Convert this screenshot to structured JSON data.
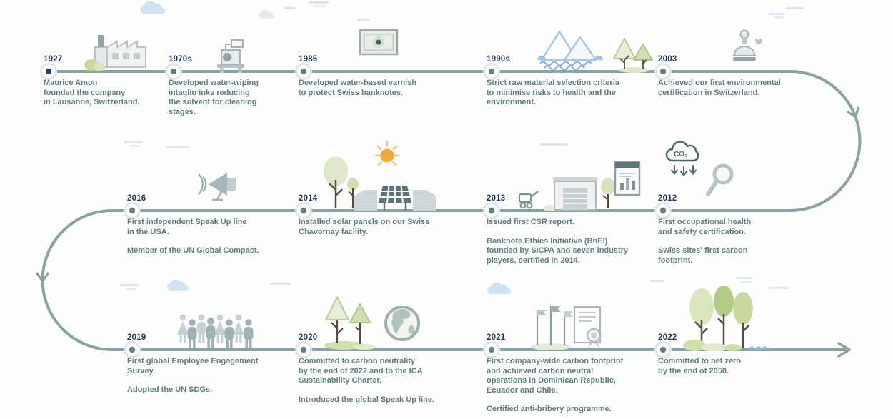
{
  "colors": {
    "path_line": "#8aa3a2",
    "year_text": "#24395e",
    "description_text": "#5f7f7e",
    "node_dot": "#64807f",
    "node_dot_first": "#2e3f63",
    "sun_orange": "#f2a936",
    "water_blue": "#8fb3e0",
    "tree_green_light": "#dae5bc",
    "tree_green_medium": "#b2cb85",
    "cloud_blue": "#cfe2f4"
  },
  "timeline": {
    "milestones": [
      {
        "year": "1927",
        "icon": "factory-icon",
        "p1": "Maurice Amon\nfounded the company\nin Lausanne, Switzerland."
      },
      {
        "year": "1970s",
        "icon": "printing-press-icon",
        "p1": "Developed water-wiping\nintaglio inks reducing\nthe solvent for cleaning\nstages."
      },
      {
        "year": "1985",
        "icon": "banknote-icon",
        "p1": "Developed water-based varnish\nto protect Swiss banknotes."
      },
      {
        "year": "1990s",
        "icon": "mountains-icon",
        "p1": "Strict raw material selection criteria\nto minimise risks to health and the\nenvironment."
      },
      {
        "year": "2003",
        "icon": "stamp-icon",
        "p1": "Achieved our first environmental\ncertification in Switzerland."
      },
      {
        "year": "2012",
        "icon": "co2-cloud-icon",
        "p1": "First occupational health\nand safety certification.",
        "p2": "Swiss sites' first carbon\nfootprint."
      },
      {
        "year": "2013",
        "icon": "warehouse-icon",
        "p1": "Issued first CSR report.",
        "p2": "Banknote Ethics Initiative (BnEI)\nfounded by SICPA and seven industry\nplayers, certified in 2014."
      },
      {
        "year": "2014",
        "icon": "solar-panel-icon",
        "p1": "Installed solar panels on our Swiss\nChavornay facility."
      },
      {
        "year": "2016",
        "icon": "megaphone-icon",
        "p1": "First independent Speak Up line\nin the USA.",
        "p2": "Member of the UN Global Compact."
      },
      {
        "year": "2019",
        "icon": "people-icon",
        "p1": "First global Employee Engagement\nSurvey.",
        "p2": "Adopted the UN SDGs."
      },
      {
        "year": "2020",
        "icon": "globe-icon",
        "p1": "Committed to carbon neutrality\nby the end of 2022 and to the ICA\nSustainability Charter.",
        "p2": "Introduced the global Speak Up line."
      },
      {
        "year": "2021",
        "icon": "flags-certificate-icon",
        "p1": "First company-wide carbon footprint\nand achieved carbon neutral\noperations in Dominican Republic,\nEcuador and Chile.",
        "p2": "Certified anti-bribery programme."
      },
      {
        "year": "2022",
        "icon": "nature-icon",
        "p1": "Committed to net zero\nby the end of 2050."
      }
    ]
  }
}
